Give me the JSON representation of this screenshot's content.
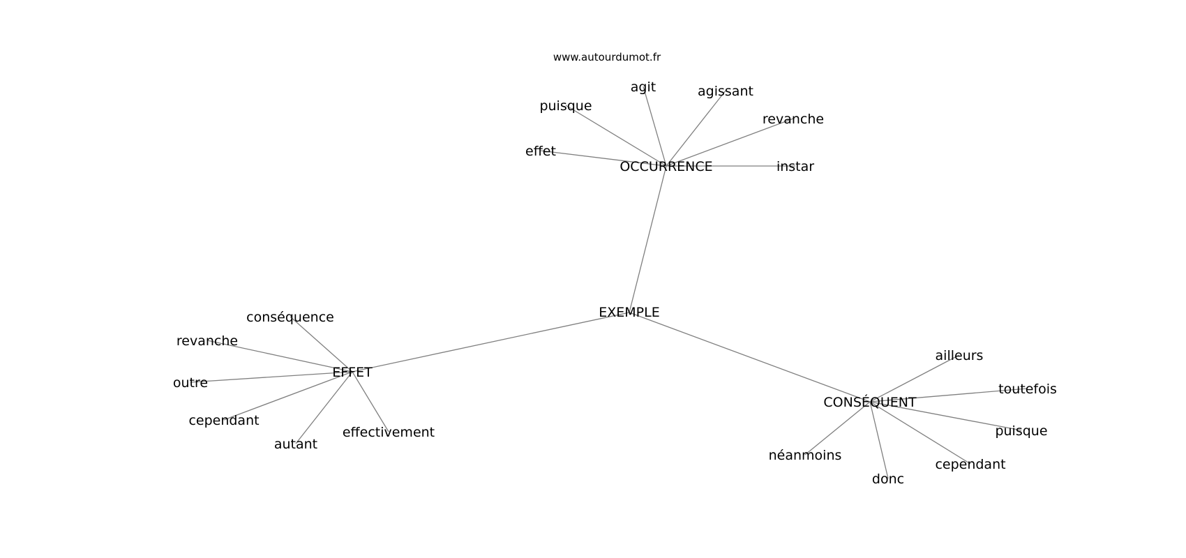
{
  "watermark": "www.autourdumot.fr",
  "colors": {
    "edge": "#7f7f7f",
    "text": "#000000",
    "background": "#ffffff"
  },
  "root": "EXEMPLE",
  "hubs": [
    {
      "label": "OCCURRENCE",
      "leaves": [
        "agit",
        "agissant",
        "revanche",
        "instar",
        "effet",
        "puisque"
      ]
    },
    {
      "label": "EFFET",
      "leaves": [
        "conséquence",
        "revanche",
        "outre",
        "cependant",
        "autant",
        "effectivement"
      ]
    },
    {
      "label": "CONSÉQUENT",
      "leaves": [
        "ailleurs",
        "toutefois",
        "puisque",
        "cependant",
        "donc",
        "néanmoins"
      ]
    }
  ]
}
